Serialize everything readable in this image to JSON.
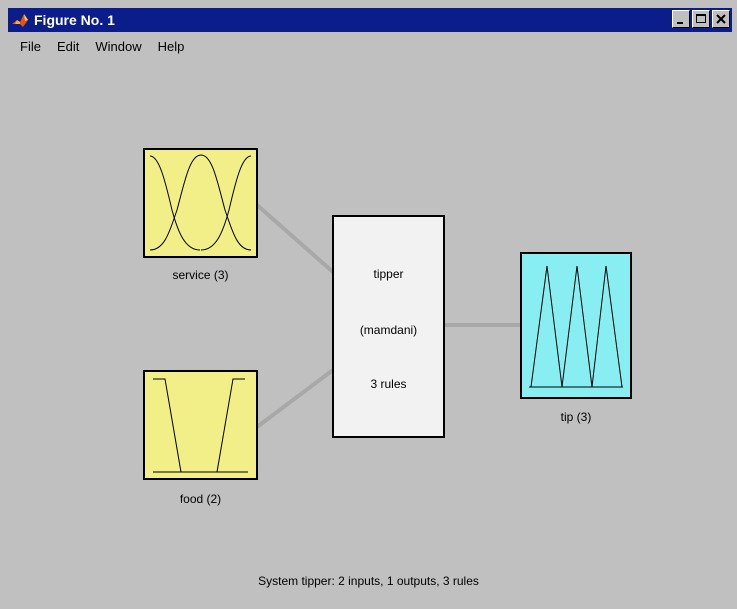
{
  "window": {
    "title": "Figure No. 1"
  },
  "menu": {
    "file": "File",
    "edit": "Edit",
    "window": "Window",
    "help": "Help"
  },
  "system": {
    "name": "tipper",
    "type": "(mamdani)",
    "rules": "3 rules"
  },
  "inputs": [
    {
      "label": "service (3)",
      "color": "#f2ee88"
    },
    {
      "label": "food (2)",
      "color": "#f2ee88"
    }
  ],
  "outputs": [
    {
      "label": "tip (3)",
      "color": "#88eef2"
    }
  ],
  "status": "System tipper: 2 inputs, 1 outputs, 3 rules",
  "colors": {
    "titlebar": "#0a1d8a",
    "background": "#c0c0c0",
    "input_fill": "#f2ee88",
    "output_fill": "#88eef2",
    "system_fill": "#f2f2f2"
  }
}
